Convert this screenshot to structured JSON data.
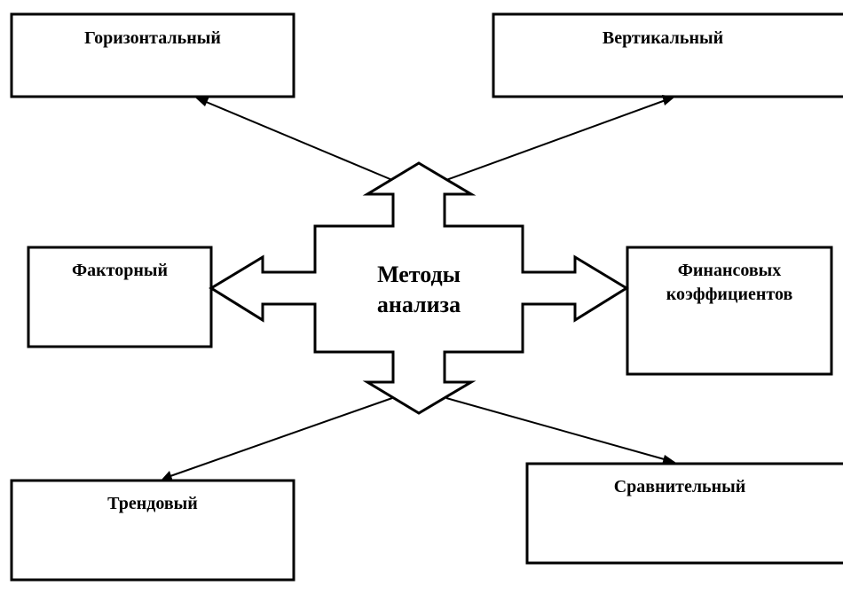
{
  "diagram": {
    "type": "hub-and-spoke",
    "center": {
      "line1": "Методы",
      "line2": "анализа"
    },
    "nodes": {
      "horizontal": {
        "label": "Горизонтальный"
      },
      "vertical": {
        "label": "Вертикальный"
      },
      "factor": {
        "label": "Факторный"
      },
      "ratios": {
        "line1": "Финансовых",
        "line2": "коэффициентов"
      },
      "trend": {
        "label": "Трендовый"
      },
      "comparative": {
        "label": "Сравнительный"
      }
    },
    "edges": [
      {
        "from": "center",
        "to": "horizontal"
      },
      {
        "from": "center",
        "to": "vertical"
      },
      {
        "from": "center",
        "to": "factor"
      },
      {
        "from": "center",
        "to": "ratios"
      },
      {
        "from": "center",
        "to": "trend"
      },
      {
        "from": "center",
        "to": "comparative"
      }
    ],
    "colors": {
      "stroke": "#000000",
      "fill": "#ffffff"
    }
  }
}
